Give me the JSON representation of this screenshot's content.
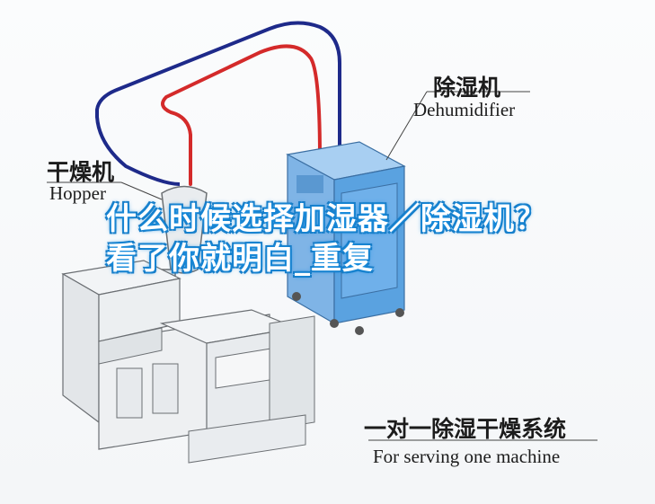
{
  "labels": {
    "dehumidifier_cn": "除湿机",
    "dehumidifier_en": "Dehumidifier",
    "hopper_cn": "干燥机",
    "hopper_en": "Hopper",
    "system_cn": "一对一除湿干燥系统",
    "system_en": "For serving one machine"
  },
  "overlay": {
    "title": "什么时候选择加湿器／除湿机？看了你就明白_重复"
  },
  "colors": {
    "pipe_blue": "#1e2a8a",
    "pipe_red": "#d42a2a",
    "cabinet_blue": "#5aa2e0",
    "overlay_glow": "#1a8fe0"
  }
}
